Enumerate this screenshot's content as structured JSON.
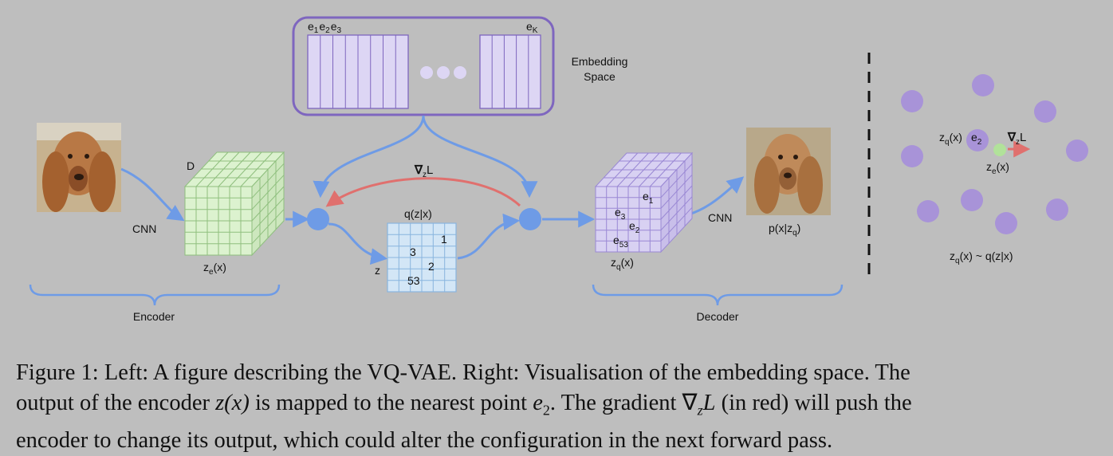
{
  "embedding": {
    "title_line1": "Embedding",
    "title_line2": "Space",
    "e1": "e",
    "e1_sub": "1",
    "e2": "e",
    "e2_sub": "2",
    "e3": "e",
    "e3_sub": "3",
    "eK": "e",
    "eK_sub": "K"
  },
  "encoder": {
    "cnn": "CNN",
    "depth_label": "D",
    "ze_pre": "z",
    "ze_sub": "e",
    "ze_post": "(x)",
    "brace_label": "Encoder"
  },
  "gradient": {
    "nabla": "∇",
    "sub": "z",
    "L": "L"
  },
  "quantizer": {
    "title": "q(z|x)",
    "z_label": "z",
    "cells": [
      "1",
      "3",
      "2",
      "53"
    ]
  },
  "decoder": {
    "cnn": "CNN",
    "e1": "e",
    "e1_sub": "1",
    "e3": "e",
    "e3_sub": "3",
    "e2": "e",
    "e2_sub": "2",
    "e53": "e",
    "e53_sub": "53",
    "zq_pre": "z",
    "zq_sub": "q",
    "zq_post": "(x)",
    "px_pre": "p(x|z",
    "px_sub": "q",
    "px_post": ")",
    "brace_label": "Decoder"
  },
  "right": {
    "zq_pre": "z",
    "zq_sub": "q",
    "zq_post": "(x)",
    "e2": "e",
    "e2_sub": "2",
    "grad_nabla": "∇",
    "grad_sub": "z",
    "grad_L": "L",
    "ze_pre": "z",
    "ze_sub": "e",
    "ze_post": "(x)",
    "dist_pre": "z",
    "dist_sub": "q",
    "dist_post": "(x) ~ q(z|x)"
  },
  "caption": {
    "l1": "Figure 1: Left: A figure describing the VQ-VAE. Right: Visualisation of the embedding space. The",
    "l2a": "output of the encoder ",
    "l2m1": "z(x)",
    "l2b": " is mapped to the nearest point ",
    "l2m2": "e",
    "l2m2sub": "2",
    "l2c": ". The gradient ",
    "l2m3": "∇",
    "l2m3sub": "z",
    "l2m3L": "L",
    "l2d": " (in red) will push the",
    "l3": "encoder to change its output, which could alter the configuration in the next forward pass."
  },
  "colors": {
    "background": "#bebebe",
    "blue": "#6e9be6",
    "red": "#e0706e",
    "purple_border": "#7e66bf",
    "embed_fill": "#ddd6f4",
    "enc_fill": "#dcf2cf",
    "dec_fill": "#d8d1f2",
    "grid_fill": "#d3e6f6",
    "dot_purple": "#a893d8",
    "dot_green": "#b1e29a"
  }
}
